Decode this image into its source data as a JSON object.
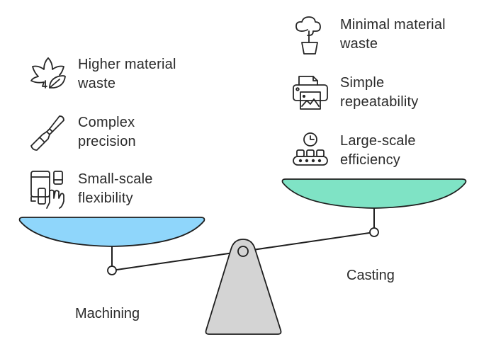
{
  "title": "Machining vs Casting balance",
  "left": {
    "label": "Machining",
    "pan_color": "#8fd6fb",
    "items": [
      {
        "icon": "leaf-waste-icon",
        "line1": "Higher material",
        "line2": "waste"
      },
      {
        "icon": "chisel-tool-icon",
        "line1": "Complex",
        "line2": "precision"
      },
      {
        "icon": "touch-devices-icon",
        "line1": "Small-scale",
        "line2": "flexibility"
      }
    ]
  },
  "right": {
    "label": "Casting",
    "pan_color": "#7fe3c5",
    "items": [
      {
        "icon": "potted-tree-icon",
        "line1": "Minimal material",
        "line2": "waste"
      },
      {
        "icon": "printer-image-icon",
        "line1": "Simple",
        "line2": "repeatability"
      },
      {
        "icon": "clock-conveyor-icon",
        "line1": "Large-scale",
        "line2": "efficiency"
      }
    ]
  },
  "fulcrum_color": "#d4d4d4",
  "balance_tilt": "right side higher (lighter)"
}
